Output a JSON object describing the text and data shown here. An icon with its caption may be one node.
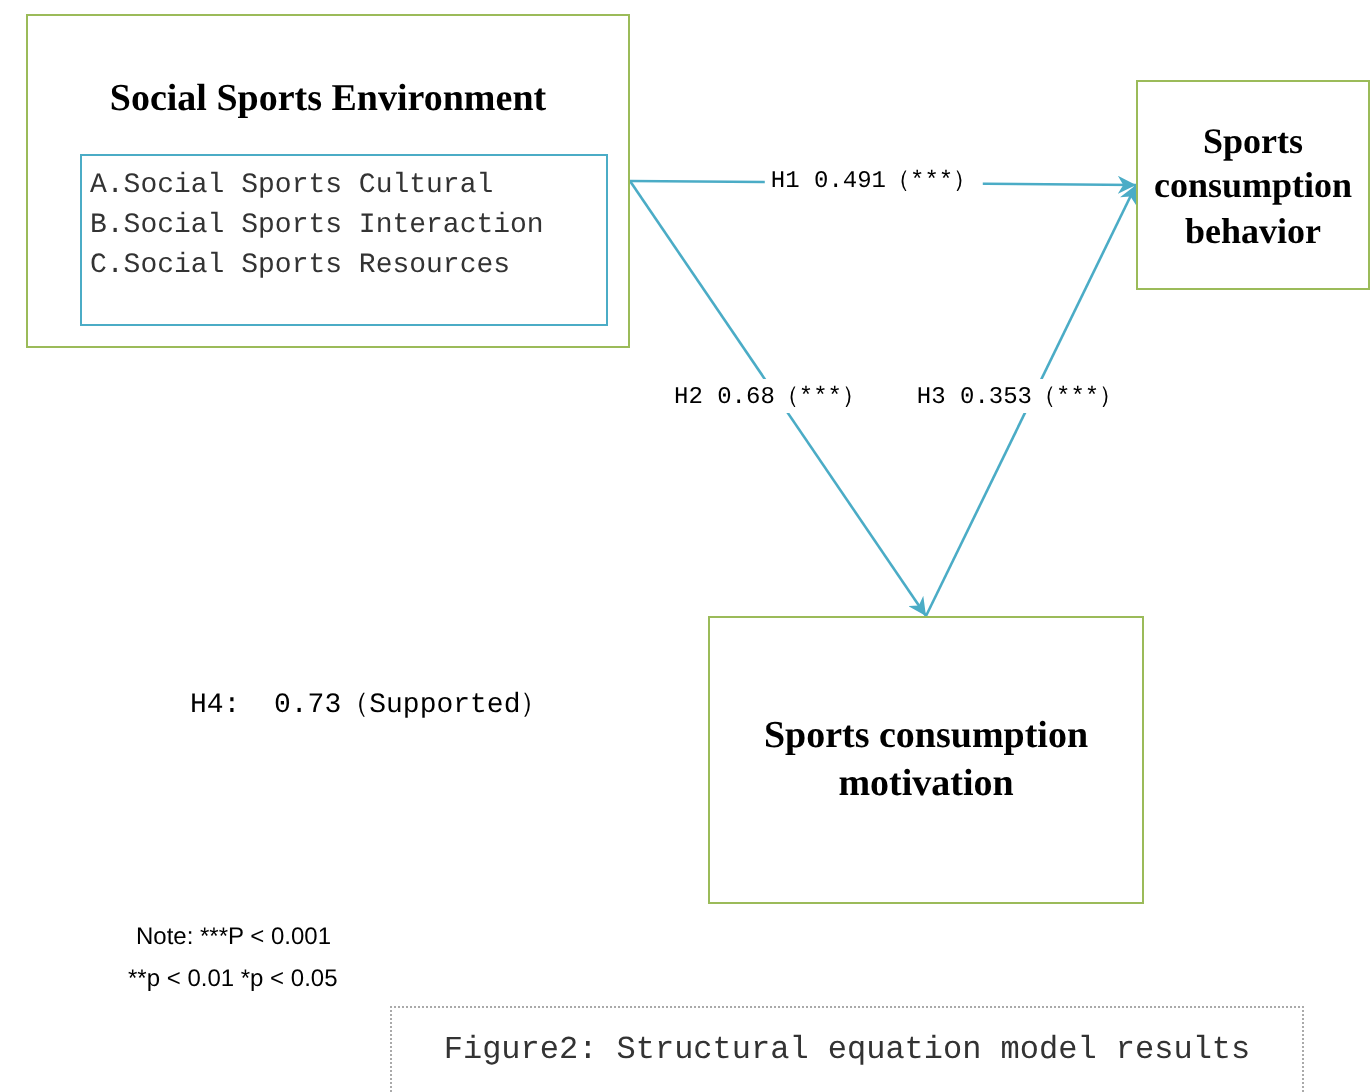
{
  "diagram": {
    "caption": "Figure2: Structural equation model results",
    "nodes": [
      {
        "text": [
          "Social Sports Environment"
        ]
      },
      {
        "text": [
          "A.Social Sports Cultural",
          "B.Social Sports Interaction",
          "C.Social Sports Resources"
        ],
        "in": 0
      },
      {
        "text": [
          "Sports consumption behavior"
        ]
      },
      {
        "text": [
          "Sports consumption motivation"
        ]
      }
    ],
    "edges": [
      {
        "from": 0,
        "to": 2,
        "arrow": "to",
        "label": "H1 0.491（***）"
      },
      {
        "from": 0,
        "to": 3,
        "arrow": "to",
        "label": "H2 0.68（***）"
      },
      {
        "from": 3,
        "to": 2,
        "arrow": "to",
        "label": "H3 0.353（***）"
      }
    ],
    "labels": [
      "H4:  0.73（Supported）",
      "Note: ***P < 0.001",
      "**p < 0.01 *p < 0.05"
    ]
  }
}
